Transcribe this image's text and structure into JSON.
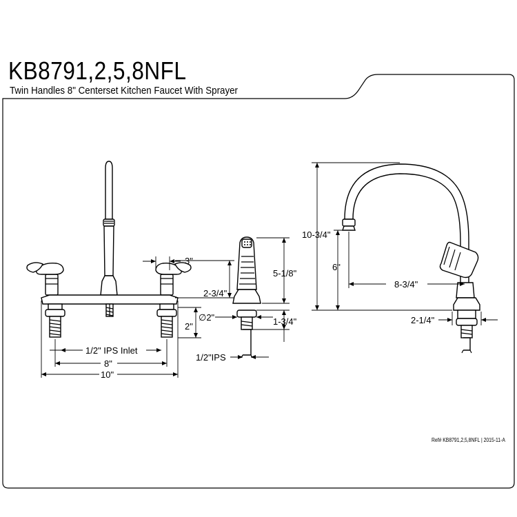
{
  "header": {
    "model": "KB8791,2,5,8NFL",
    "subtitle": "Twin Handles 8\" Centerset Kitchen Faucet With Sprayer"
  },
  "dimensions": {
    "faucet_front": {
      "handle_gap": "3\"",
      "handle_height": "2-3/4\"",
      "shank_length": "2\"",
      "inlet": "1/2\" IPS Inlet",
      "center_spread": "8\"",
      "overall_width": "10\""
    },
    "sprayer": {
      "hole_diameter": "∅2\"",
      "height": "5-1/8\"",
      "shank_length": "1-3/4\"",
      "connection": "1/2\"IPS"
    },
    "faucet_side": {
      "overall_height": "10-3/4\"",
      "spout_height": "6\"",
      "spout_reach": "8-3/4\"",
      "base_depth": "2-1/4\""
    }
  },
  "footer": {
    "reference": "Ref# KB8791,2,5,8NFL | 2015-11-A"
  }
}
